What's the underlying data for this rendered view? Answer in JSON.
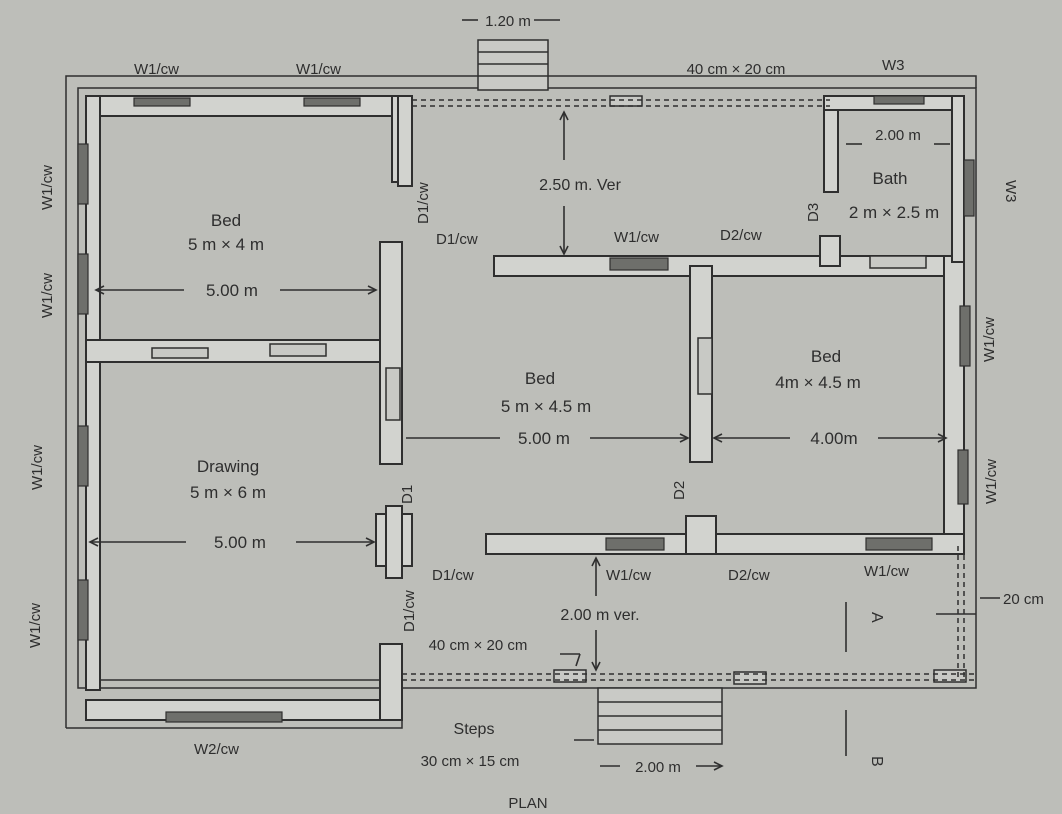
{
  "plan": {
    "caption": "PLAN",
    "rooms": {
      "bed_nw": {
        "name": "Bed",
        "size": "5 m × 4 m",
        "width_dim": "5.00 m"
      },
      "drawing": {
        "name": "Drawing",
        "size": "5 m × 6 m",
        "width_dim": "5.00 m"
      },
      "bed_center": {
        "name": "Bed",
        "size": "5 m × 4.5 m",
        "width_dim": "5.00 m"
      },
      "bed_east": {
        "name": "Bed",
        "size": "4m × 4.5 m",
        "width_dim": "4.00m"
      },
      "bath": {
        "name": "Bath",
        "size": "2 m × 2.5 m",
        "width_dim": "2.00 m"
      }
    },
    "dimensions": {
      "top_steps": "1.20 m",
      "top_lintel": "40 cm × 20 cm",
      "veranda_upper": "2.50 m. Ver",
      "veranda_lower": "2.00 m ver.",
      "lower_lintel": "40 cm × 20 cm",
      "steps_name": "Steps",
      "steps_size": "30 cm × 15 cm",
      "bottom_steps": "2.00 m",
      "wall_thickness": "20 cm"
    },
    "labels": {
      "w1_top_left": "W1/cw",
      "w1_top_mid": "W1/cw",
      "w3_top": "W3",
      "w1_left_1": "W1/cw",
      "w1_left_2": "W1/cw",
      "w1_left_3": "W1/cw",
      "w1_left_4": "W1/cw",
      "w3_right": "W3",
      "w1_right_1": "W1/cw",
      "w1_right_2": "W1/cw",
      "w2_bottom": "W2/cw",
      "d1_upper_vert": "D1/cw",
      "d1_upper": "D1/cw",
      "w1_mid_upper": "W1/cw",
      "d2_upper": "D2/cw",
      "d3_bath": "D3",
      "d1_mid": "D1",
      "d2_mid": "D2",
      "d1_lower": "D1/cw",
      "w1_mid_lower": "W1/cw",
      "d2_lower": "D2/cw",
      "w1_lower_right": "W1/cw",
      "d1_lower_vert": "D1/cw",
      "section_a": "A",
      "section_b": "B"
    }
  }
}
